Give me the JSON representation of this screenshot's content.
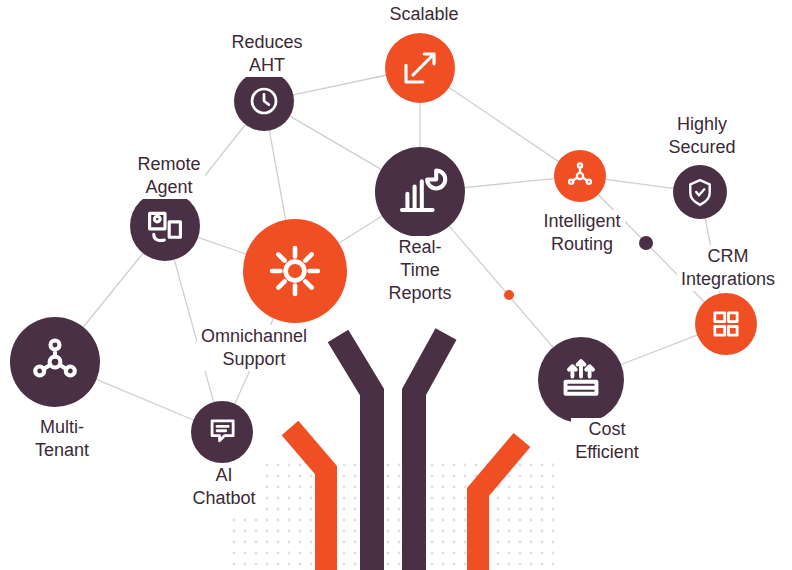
{
  "diagram": {
    "nodes": [
      {
        "text": [
          "Scalable"
        ]
      },
      {
        "text": [
          "Reduces AHT"
        ]
      },
      {
        "text": [
          "Highly Secured"
        ]
      },
      {
        "text": [
          "Remote Agent"
        ]
      },
      {
        "text": [
          "Real-Time Reports"
        ]
      },
      {
        "text": [
          "Intelligent Routing"
        ]
      },
      {
        "text": [
          "Omnichannel Support"
        ]
      },
      {
        "text": [
          "CRM Integrations"
        ]
      },
      {
        "text": [
          "Multi-Tenant"
        ]
      },
      {
        "text": [
          "Cost Efficient"
        ]
      },
      {
        "text": [
          "AI Chatbot"
        ]
      }
    ],
    "edges": [
      {
        "from": 0,
        "to": 1,
        "arrow": "none"
      },
      {
        "from": 0,
        "to": 4,
        "arrow": "none"
      },
      {
        "from": 0,
        "to": 5,
        "arrow": "none"
      },
      {
        "from": 1,
        "to": 3,
        "arrow": "none"
      },
      {
        "from": 1,
        "to": 4,
        "arrow": "none"
      },
      {
        "from": 1,
        "to": 6,
        "arrow": "none"
      },
      {
        "from": 3,
        "to": 6,
        "arrow": "none"
      },
      {
        "from": 3,
        "to": 8,
        "arrow": "none"
      },
      {
        "from": 3,
        "to": 10,
        "arrow": "none"
      },
      {
        "from": 6,
        "to": 4,
        "arrow": "none"
      },
      {
        "from": 6,
        "to": 10,
        "arrow": "none"
      },
      {
        "from": 8,
        "to": 10,
        "arrow": "none"
      },
      {
        "from": 4,
        "to": 5,
        "arrow": "none"
      },
      {
        "from": 5,
        "to": 2,
        "arrow": "none"
      },
      {
        "from": 4,
        "to": 9,
        "arrow": "none"
      },
      {
        "from": 5,
        "to": 7,
        "arrow": "none"
      },
      {
        "from": 2,
        "to": 7,
        "arrow": "none"
      },
      {
        "from": 9,
        "to": 7,
        "arrow": "none"
      }
    ]
  }
}
